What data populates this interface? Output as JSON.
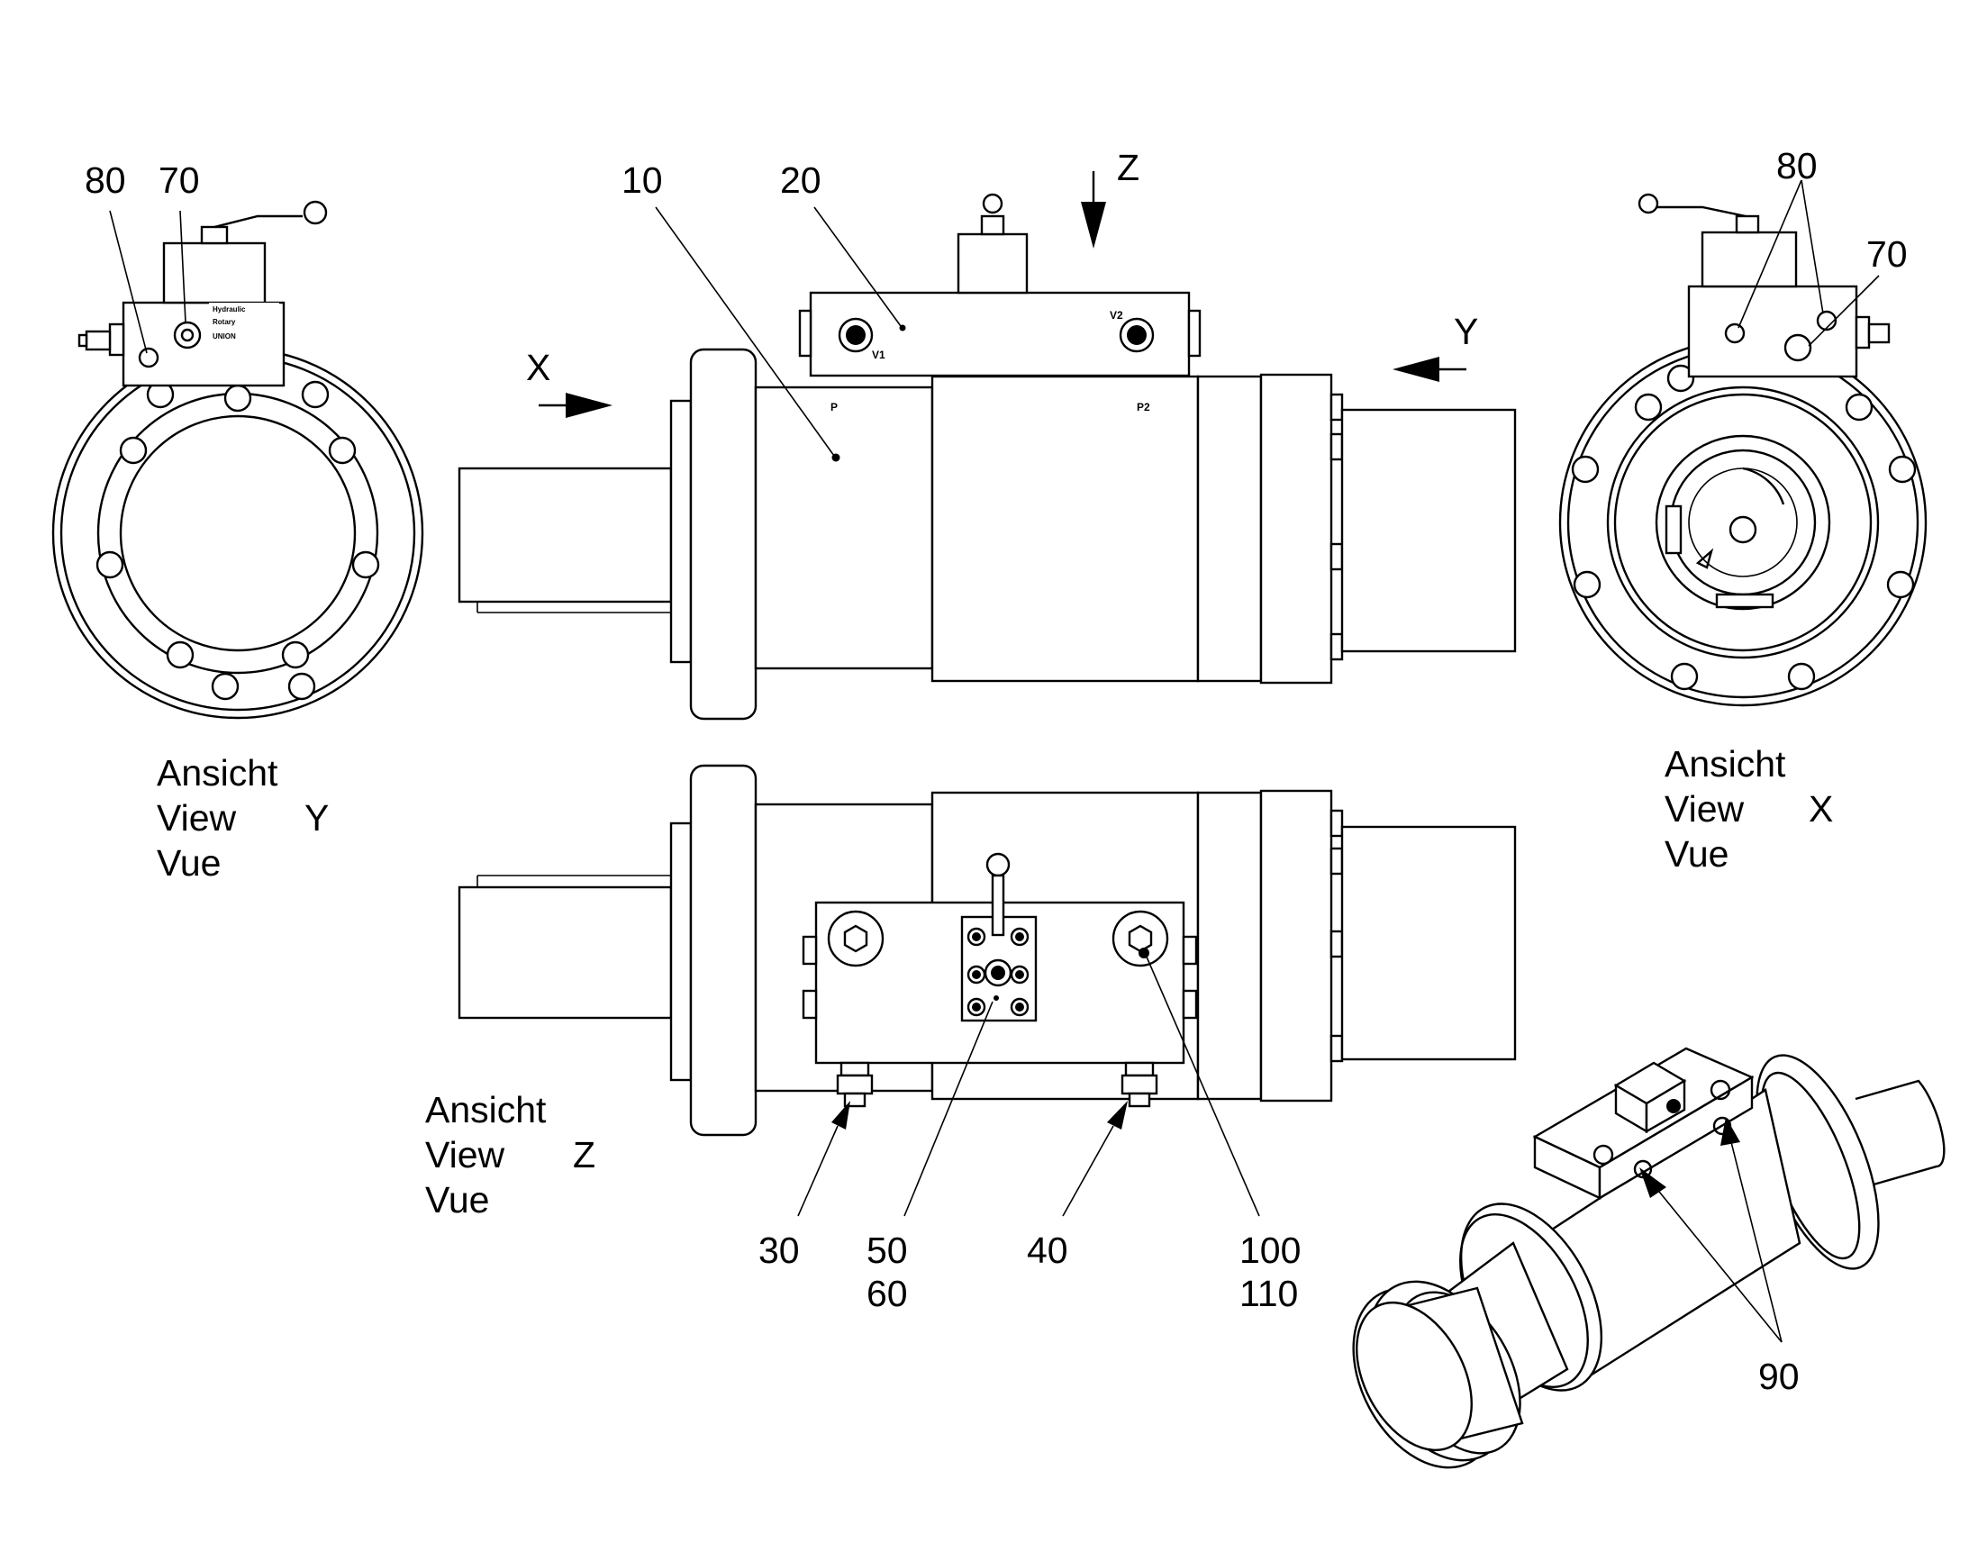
{
  "callouts": {
    "c10": "10",
    "c20": "20",
    "c30": "30",
    "c40": "40",
    "c50": "50",
    "c60": "60",
    "c70_left": "70",
    "c70_right": "70",
    "c80_left": "80",
    "c80_right": "80",
    "c90": "90",
    "c100": "100",
    "c110": "110"
  },
  "view_markers": {
    "x": "X",
    "y": "Y",
    "z": "Z"
  },
  "view_captions": {
    "left": {
      "line1": "Ansicht",
      "line2": "View",
      "letter": "Y",
      "line3": "Vue"
    },
    "right": {
      "line1": "Ansicht",
      "line2": "View",
      "letter": "X",
      "line3": "Vue"
    },
    "bottom": {
      "line1": "Ansicht",
      "line2": "View",
      "letter": "Z",
      "line3": "Vue"
    }
  },
  "port_labels": {
    "p": "P",
    "p2": "P2",
    "v1": "V1",
    "v2": "V2"
  },
  "nameplate": {
    "line1": "Hydraulic",
    "line2": "Rotary",
    "line3": "UNION"
  },
  "colors": {
    "ink": "#000000",
    "paper": "#ffffff"
  }
}
